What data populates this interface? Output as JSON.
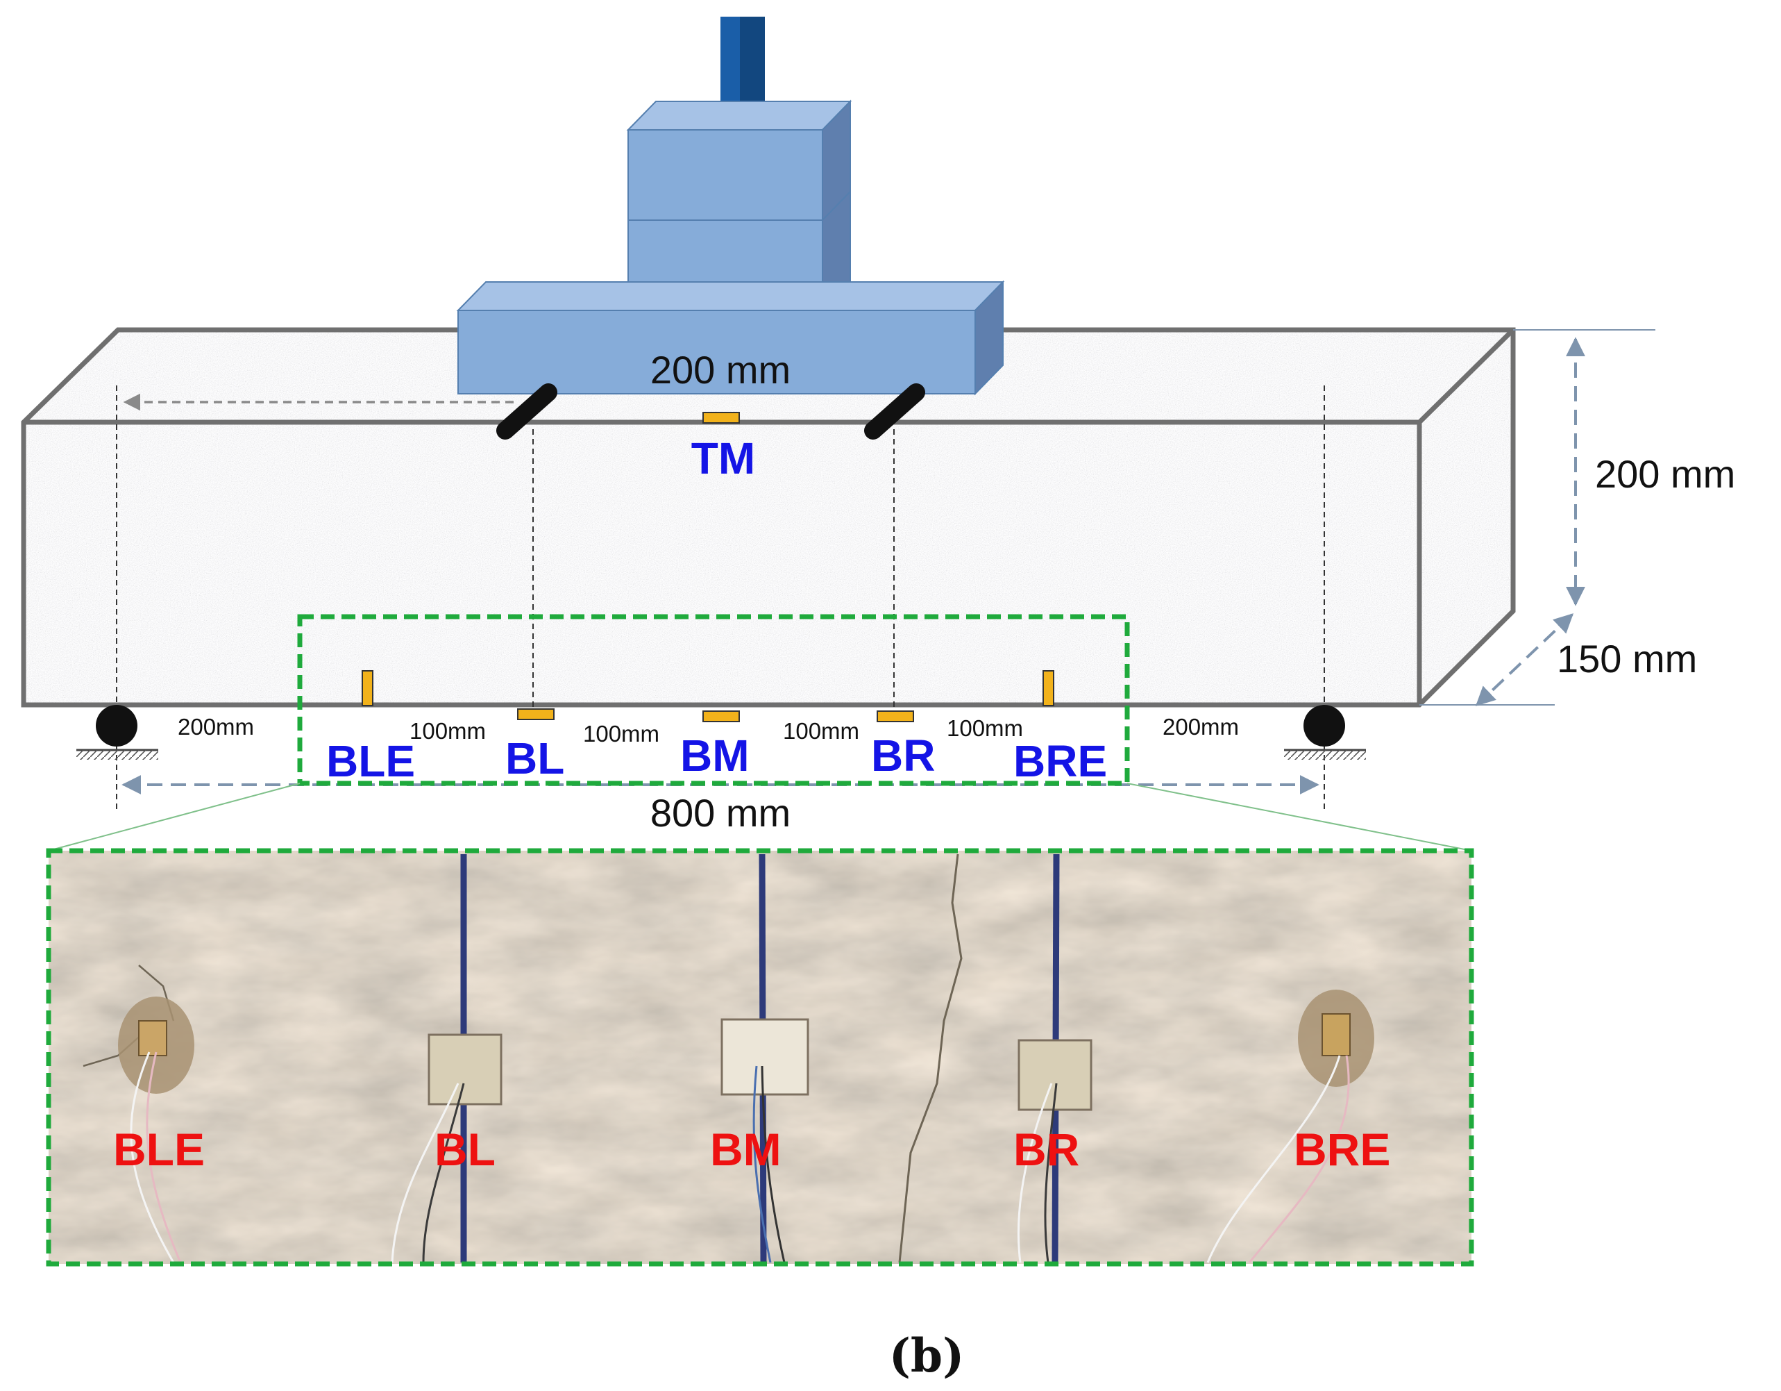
{
  "diagram": {
    "load_width_label": "200 mm",
    "height_label": "200 mm",
    "depth_label": "150 mm",
    "span_label": "800 mm",
    "top_sensor_label": "TM",
    "spacing_labels": [
      "200mm",
      "100mm",
      "100mm",
      "100mm",
      "100mm",
      "200mm"
    ],
    "bottom_sensor_labels": [
      "BLE",
      "BL",
      "BM",
      "BR",
      "BRE"
    ],
    "photo_sensor_labels": [
      "BLE",
      "BL",
      "BM",
      "BR",
      "BRE"
    ],
    "caption": "(b)"
  },
  "colors": {
    "label_blue": "#1414e6",
    "photo_label_red": "#ee1111",
    "zoom_box_green": "#1faa3c",
    "loading_block": "#86acd9",
    "loading_rod": "#1a5ea8",
    "sensor": "#f2b21b",
    "beam_edge": "#6f6f6f",
    "dimension_line": "#7e94ad"
  }
}
